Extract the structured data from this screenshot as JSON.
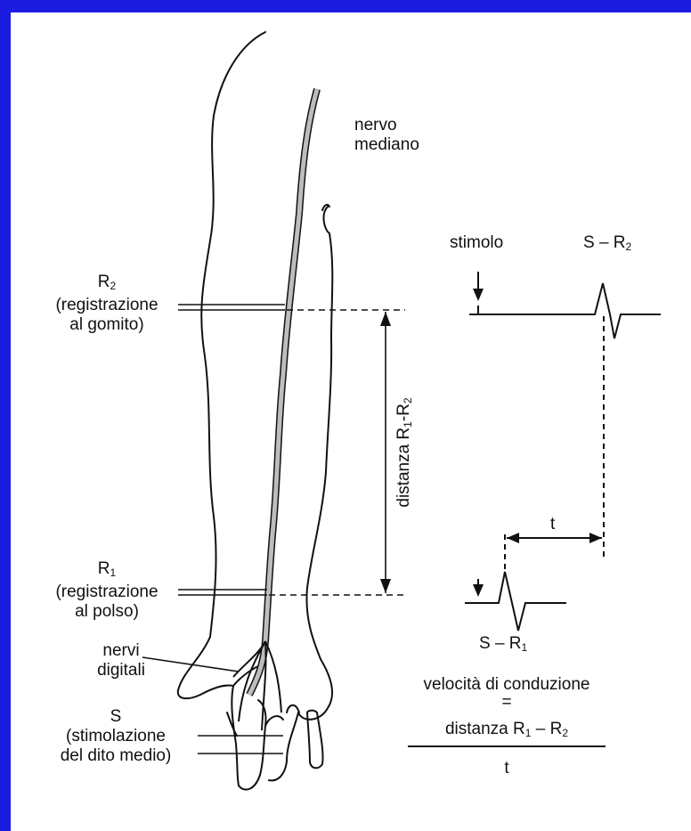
{
  "labels": {
    "nervo_mediano": [
      "nervo",
      "mediano"
    ],
    "r2": {
      "letter": "R",
      "sub": "2",
      "lines": [
        "(registrazione",
        "al gomito)"
      ]
    },
    "r1": {
      "letter": "R",
      "sub": "1",
      "lines": [
        "(registrazione",
        "al polso)"
      ]
    },
    "nervi_digitali": [
      "nervi",
      "digitali"
    ],
    "s": {
      "letter": "S",
      "lines": [
        "(stimolazione",
        "del dito medio)"
      ]
    },
    "distanza": {
      "text": "distanza R",
      "sub1": "1",
      "mid": "-R",
      "sub2": "2"
    },
    "stimolo": "stimolo",
    "s_r2": {
      "text": "S – R",
      "sub": "2"
    },
    "s_r1": {
      "text": "S – R",
      "sub": "1"
    },
    "t_label": "t",
    "formula": {
      "title": "velocità di conduzione",
      "equals": "=",
      "numerator": {
        "text": "distanza R",
        "sub1": "1",
        "mid": " – R",
        "sub2": "2"
      },
      "denominator": "t"
    }
  },
  "colors": {
    "background": "#1c1ce0",
    "panel": "#ffffff",
    "ink": "#111111",
    "nerve": "#bdbdbd"
  }
}
